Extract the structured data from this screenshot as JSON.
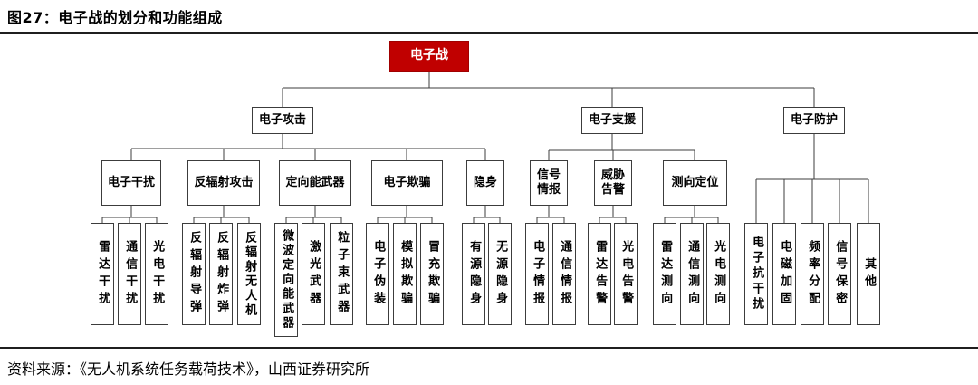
{
  "figure": {
    "title": "图27：电子战的划分和功能组成",
    "source": "资料来源：《无人机系统任务载荷技术》，山西证券研究所"
  },
  "colors": {
    "root_bg": "#c00000",
    "root_text": "#ffffff",
    "line": "#3c3c3c",
    "box_border": "#3c3c3c",
    "divider": "#1f1f1f"
  },
  "tree": {
    "root": "电子战",
    "branches": [
      {
        "label": "电子攻击",
        "children": [
          {
            "label": "电子干扰",
            "leaves": [
              "雷达干扰",
              "通信干扰",
              "光电干扰"
            ]
          },
          {
            "label": "反辐射攻击",
            "leaves": [
              "反辐射导弹",
              "反辐射炸弹",
              "反辐射无人机"
            ]
          },
          {
            "label": "定向能武器",
            "leaves": [
              "微波定向能武器",
              "激光武器",
              "粒子束武器"
            ]
          },
          {
            "label": "电子欺骗",
            "leaves": [
              "电子伪装",
              "模拟欺骗",
              "冒充欺骗"
            ]
          },
          {
            "label": "隐身",
            "leaves": [
              "有源隐身",
              "无源隐身"
            ]
          }
        ]
      },
      {
        "label": "电子支援",
        "children": [
          {
            "label": "信号情报",
            "leaves": [
              "电子情报",
              "通信情报"
            ]
          },
          {
            "label": "威胁告警",
            "leaves": [
              "雷达告警",
              "光电告警"
            ]
          },
          {
            "label": "测向定位",
            "leaves": [
              "雷达测向",
              "通信测向",
              "光电测向"
            ]
          }
        ]
      },
      {
        "label": "电子防护",
        "children": [],
        "leaves": [
          "电子抗干扰",
          "电磁加固",
          "频率分配",
          "信号保密",
          "其他"
        ]
      }
    ]
  }
}
